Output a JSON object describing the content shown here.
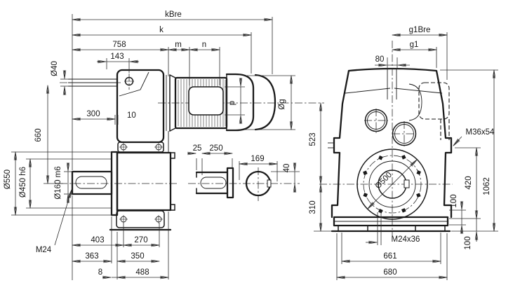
{
  "title": "gear-unit-dimension-drawing",
  "side": {
    "kbre": "kBre",
    "k": "k",
    "d758": "758",
    "m": "m",
    "n": "n",
    "d143": "143",
    "d40": "Ø40",
    "d660": "660",
    "d550": "Ø550",
    "d450": "Ø450 h6",
    "d160": "Ø160 m6",
    "m24": "M24",
    "d300": "300",
    "d10": "10",
    "p": "p",
    "og": "Øg",
    "d25": "25",
    "d250": "250",
    "d169": "169",
    "d40s": "40",
    "d403": "403",
    "d270": "270",
    "d363": "363",
    "d350": "350",
    "d8": "8",
    "d488": "488"
  },
  "front": {
    "g1bre": "g1Bre",
    "g1": "g1",
    "d80": "80",
    "d523": "523",
    "d310": "310",
    "m36": "M36x54",
    "d420": "420",
    "d1062": "1062",
    "d100a": "100",
    "d100b": "100",
    "m24x36": "M24x36",
    "d661": "661",
    "d680": "680",
    "d500": "Ø500"
  }
}
